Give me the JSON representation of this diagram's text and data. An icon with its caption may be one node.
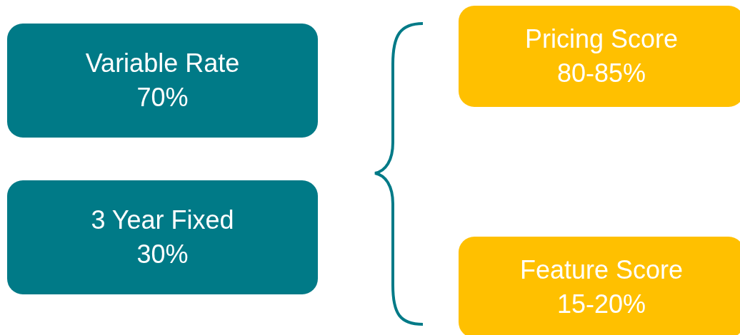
{
  "diagram": {
    "nodes": [
      {
        "text": [
          "Variable Rate",
          "70%"
        ]
      },
      {
        "text": [
          "3 Year Fixed",
          "30%"
        ]
      },
      {
        "text": [
          "Pricing Score",
          "80-85%"
        ]
      },
      {
        "text": [
          "Feature Score",
          "15-20%"
        ]
      }
    ]
  }
}
